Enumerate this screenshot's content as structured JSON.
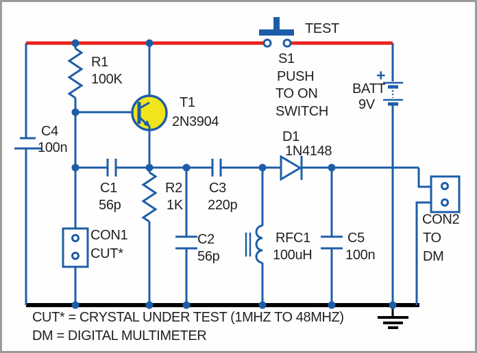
{
  "components": {
    "r1": {
      "ref": "R1",
      "value": "100K"
    },
    "r2": {
      "ref": "R2",
      "value": "1K"
    },
    "c1": {
      "ref": "C1",
      "value": "56p"
    },
    "c2": {
      "ref": "C2",
      "value": "56p"
    },
    "c3": {
      "ref": "C3",
      "value": "220p"
    },
    "c4": {
      "ref": "C4",
      "value": "100n"
    },
    "c5": {
      "ref": "C5",
      "value": "100n"
    },
    "t1": {
      "ref": "T1",
      "value": "2N3904"
    },
    "d1": {
      "ref": "D1",
      "value": "1N4148"
    },
    "rfc1": {
      "ref": "RFC1",
      "value": "100uH"
    },
    "s1": {
      "action": "TEST",
      "ref": "S1",
      "desc_line1": "PUSH",
      "desc_line2": "TO ON",
      "desc_line3": "SWITCH"
    },
    "battery": {
      "ref": "BATT",
      "value": "9V",
      "polarity_mark": "+"
    },
    "con1": {
      "ref": "CON1",
      "connects_to": "CUT*"
    },
    "con2": {
      "ref": "CON2",
      "dest_line1": "TO",
      "dest_line2": "DM"
    }
  },
  "legend": {
    "line1": "CUT* = CRYSTAL UNDER TEST (1MHZ TO 48MHZ)",
    "line2": "DM = DIGITAL MULTIMETER"
  },
  "colors": {
    "wire": "#1d5da8",
    "positive_rail": "#e8221b",
    "ground_rail": "#000000",
    "transistor_fill": "#f2e41c",
    "label_text": "#231f20"
  }
}
